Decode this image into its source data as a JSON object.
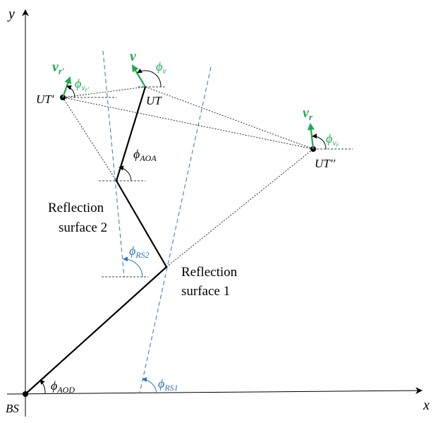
{
  "axes": {
    "x_label": "x",
    "y_label": "y",
    "origin_label": "BS"
  },
  "points": {
    "ut": "UT",
    "ut_prime": "UT′",
    "ut_double_prime": "UT′′"
  },
  "surfaces": {
    "surface_2_line1": "Reflection",
    "surface_2_line2": "surface 2",
    "surface_1_line1": "Reflection",
    "surface_1_line2": "surface 1"
  },
  "angles": {
    "aod_symbol": "ϕ",
    "aod_sub": "AOD",
    "aoa_symbol": "ϕ",
    "aoa_sub": "AOA",
    "rs1_symbol": "ϕ",
    "rs1_sub": "RS1",
    "rs2_symbol": "ϕ",
    "rs2_sub": "RS2",
    "v_symbol": "ϕ",
    "v_sub": "v",
    "vr_symbol": "ϕ",
    "vr_sub": "v",
    "vr_subsub": "r",
    "vrp_symbol": "ϕ",
    "vrp_sub": "v",
    "vrp_subsub": "r′"
  },
  "velocities": {
    "v": "v",
    "vr": "v",
    "vr_sub": "r",
    "vrp": "v",
    "vrp_sub": "r′"
  },
  "colors": {
    "velocity": "#1fa84f",
    "surface": "#2e75b6",
    "path": "#000000"
  }
}
